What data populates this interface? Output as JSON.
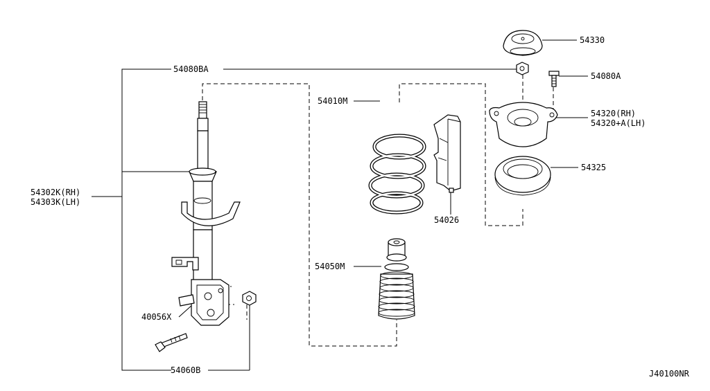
{
  "diagram_id": "J40100NR",
  "labels": {
    "p54330": "54330",
    "p54080BA": "54080BA",
    "p54080A": "54080A",
    "p54010M": "54010M",
    "p54320rh": "54320(RH)",
    "p54320lh": "54320+A(LH)",
    "p54325": "54325",
    "p54302k": "54302K(RH)",
    "p54303k": "54303K(LH)",
    "p54026": "54026",
    "p54050M": "54050M",
    "p40056X": "40056X",
    "p54060B": "54060B"
  }
}
